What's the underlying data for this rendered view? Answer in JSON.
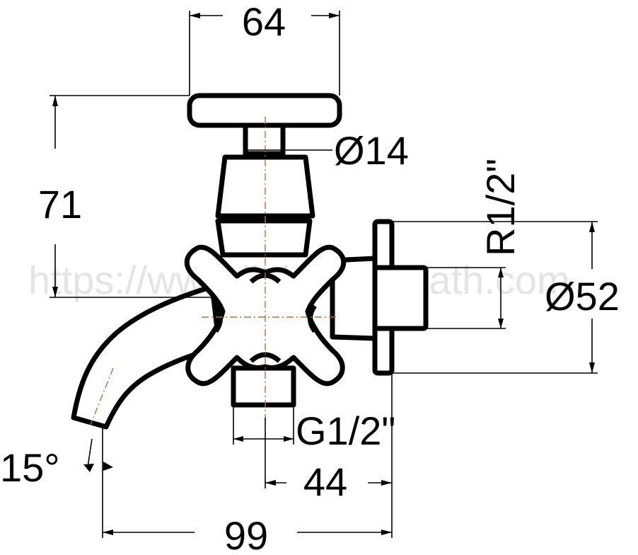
{
  "drawing": {
    "watermark": "https://www.light-and-bath.com",
    "dimensions": {
      "handle_width": "64",
      "stem_diameter": "Ø14",
      "height": "71",
      "thread_r": "R1/2\"",
      "flange_diameter": "Ø52",
      "outlet_thread": "G1/2\"",
      "angle": "15°",
      "offset": "44",
      "overall_length": "99"
    }
  }
}
